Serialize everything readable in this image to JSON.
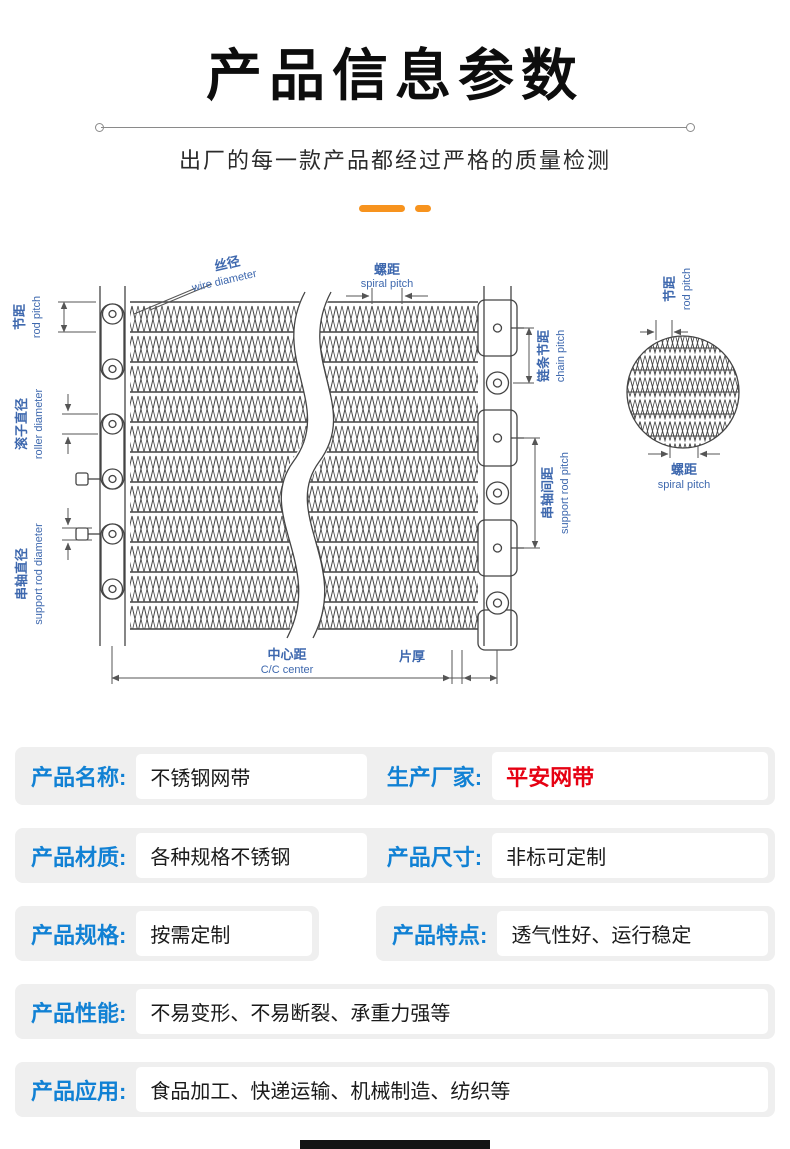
{
  "header": {
    "title": "产品信息参数",
    "subtitle": "出厂的每一款产品都经过严格的质量检测"
  },
  "diagram": {
    "wire_diameter": {
      "cn": "丝径",
      "en": "wire diameter"
    },
    "spiral_pitch": {
      "cn": "螺距",
      "en": "spiral pitch"
    },
    "rod_pitch": {
      "cn": "节距",
      "en": "rod pitch"
    },
    "chain_pitch": {
      "cn": "链条节距",
      "en": "chain pitch"
    },
    "roller_diameter": {
      "cn": "滚子直径",
      "en": "roller diameter"
    },
    "support_rod_diameter": {
      "cn": "串轴直径",
      "en": "support rod diameter"
    },
    "support_rod_pitch": {
      "cn": "串轴间距",
      "en": "support rod pitch"
    },
    "cc_center": {
      "cn": "中心距",
      "en": "C/C center"
    },
    "sheet_thickness": {
      "cn": "片厚"
    },
    "detail_rod_pitch": {
      "cn": "节距",
      "en": "rod pitch"
    },
    "detail_spiral_pitch": {
      "cn": "螺距",
      "en": "spiral pitch"
    }
  },
  "specs": {
    "row1": {
      "label1": "产品名称:",
      "value1": "不锈钢网带",
      "label2": "生产厂家:",
      "value2": "平安网带"
    },
    "row2": {
      "label1": "产品材质:",
      "value1": "各种规格不锈钢",
      "label2": "产品尺寸:",
      "value2": "非标可定制"
    },
    "row3": {
      "label1": "产品规格:",
      "value1": "按需定制",
      "label2": "产品特点:",
      "value2": "透气性好、运行稳定"
    },
    "row4": {
      "label": "产品性能:",
      "value": "不易变形、不易断裂、承重力强等"
    },
    "row5": {
      "label": "产品应用:",
      "value": "食品加工、快递运输、机械制造、纺织等"
    }
  },
  "colors": {
    "label_blue": "#1181d4",
    "brand_red": "#e60012",
    "accent_orange": "#f7931e",
    "diagram_label_blue": "#3e68ae"
  }
}
